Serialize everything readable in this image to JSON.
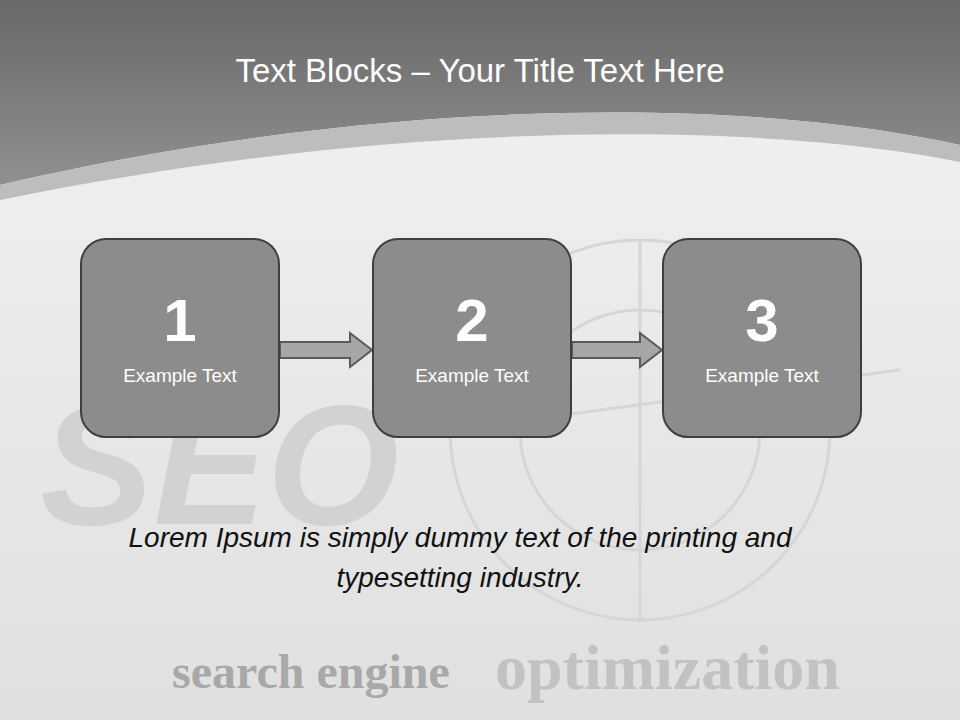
{
  "diagram": {
    "title": "Text Blocks – Your Title Text Here",
    "caption": "Lorem Ipsum is simply dummy text of the printing and typesetting industry.",
    "nodes": [
      {
        "text": [
          "1",
          "Example Text"
        ]
      },
      {
        "text": [
          "2",
          "Example Text"
        ]
      },
      {
        "text": [
          "3",
          "Example Text"
        ]
      }
    ],
    "edges": [
      {
        "from": 0,
        "to": 1,
        "arrow": "to"
      },
      {
        "from": 1,
        "to": 2,
        "arrow": "to"
      }
    ],
    "labels": [
      "SEO",
      "search engine",
      "optimization"
    ]
  }
}
